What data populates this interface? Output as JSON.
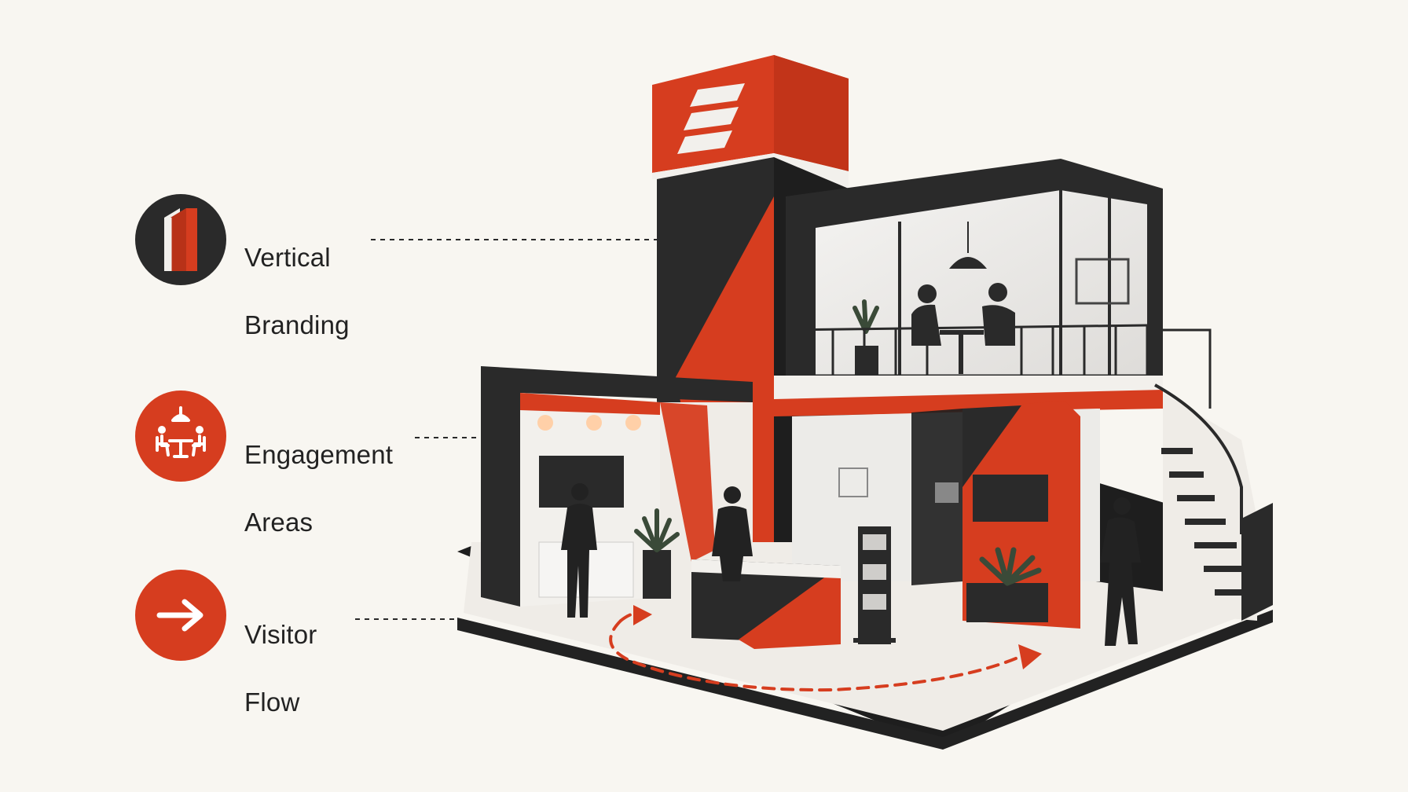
{
  "colors": {
    "background": "#f8f6f1",
    "accent": "#d63d1f",
    "dark": "#2a2a2a",
    "light": "#f2f0ec",
    "text": "#222222"
  },
  "legend": [
    {
      "key": "vertical_branding",
      "icon": "tower-icon",
      "badge_color": "#2a2a2a",
      "line1": "Vertical",
      "line2": "Branding"
    },
    {
      "key": "engagement_areas",
      "icon": "meeting-table-icon",
      "badge_color": "#d63d1f",
      "line1": "Engagement",
      "line2": "Areas"
    },
    {
      "key": "visitor_flow",
      "icon": "arrow-right-icon",
      "badge_color": "#d63d1f",
      "line1": "Visitor",
      "line2": "Flow"
    }
  ]
}
